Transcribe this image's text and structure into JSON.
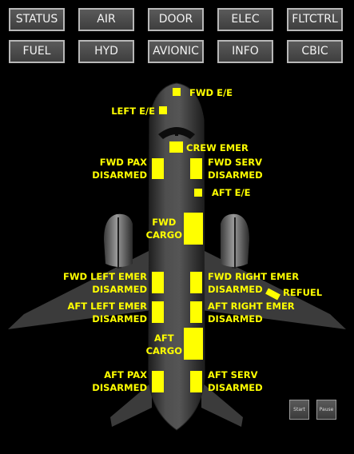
{
  "nav": {
    "row1": [
      "STATUS",
      "AIR",
      "DOOR",
      "ELEC",
      "FLTCTRL"
    ],
    "row2": [
      "FUEL",
      "HYD",
      "AVIONIC",
      "INFO",
      "CBIC"
    ]
  },
  "labels": {
    "fwd_ee": "FWD E/E",
    "left_ee": "LEFT E/E",
    "crew_emer": "CREW EMER",
    "fwd_pax": [
      "FWD PAX",
      "DISARMED"
    ],
    "fwd_serv": [
      "FWD SERV",
      "DISARMED"
    ],
    "aft_ee": "AFT E/E",
    "fwd_cargo": [
      "FWD",
      "CARGO"
    ],
    "fwd_left_emer": [
      "FWD LEFT EMER",
      "DISARMED"
    ],
    "fwd_right_emer": [
      "FWD RIGHT EMER",
      "DISARMED"
    ],
    "refuel": "REFUEL",
    "aft_left_emer": [
      "AFT LEFT EMER",
      "DISARMED"
    ],
    "aft_right_emer": [
      "AFT RIGHT EMER",
      "DISARMED"
    ],
    "aft_cargo": [
      "AFT",
      "CARGO"
    ],
    "aft_pax": [
      "AFT PAX",
      "DISARMED"
    ],
    "aft_serv": [
      "AFT SERV",
      "DISARMED"
    ]
  },
  "controls": {
    "start": "Start",
    "pause": "Pause"
  },
  "colors": {
    "door_indicator": "#ffff00",
    "fuselage": "#3c3c3c",
    "button_bg": "#4a4a4a"
  }
}
